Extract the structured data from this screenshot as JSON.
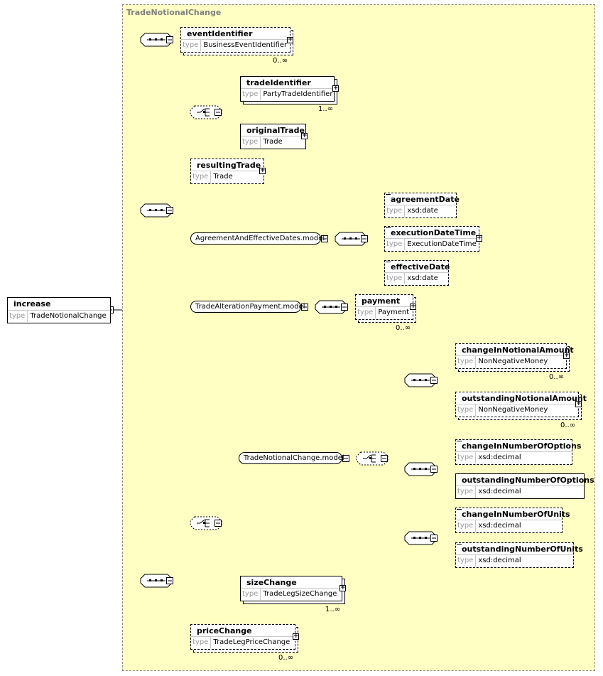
{
  "region": {
    "title": "TradeNotionalChange"
  },
  "type_key": "type",
  "root": {
    "name": "increase",
    "type": "TradeNotionalChange"
  },
  "elements": {
    "eventIdentifier": {
      "name": "eventIdentifier",
      "type": "BusinessEventIdentifier",
      "card": "0..∞"
    },
    "tradeIdentifier": {
      "name": "tradeIdentifier",
      "type": "PartyTradeIdentifier",
      "card": "1..∞"
    },
    "originalTrade": {
      "name": "originalTrade",
      "type": "Trade"
    },
    "resultingTrade": {
      "name": "resultingTrade",
      "type": "Trade"
    },
    "agreementDate": {
      "name": "agreementDate",
      "type": "xsd:date"
    },
    "executionDateTime": {
      "name": "executionDateTime",
      "type": "ExecutionDateTime"
    },
    "effectiveDate": {
      "name": "effectiveDate",
      "type": "xsd:date"
    },
    "payment": {
      "name": "payment",
      "type": "Payment",
      "card": "0..∞"
    },
    "changeInNotionalAmount": {
      "name": "changeInNotionalAmount",
      "type": "NonNegativeMoney",
      "card": "0..∞"
    },
    "outstandingNotionalAmount": {
      "name": "outstandingNotionalAmount",
      "type": "NonNegativeMoney",
      "card": "0..∞"
    },
    "changeInNumberOfOptions": {
      "name": "changeInNumberOfOptions",
      "type": "xsd:decimal"
    },
    "outstandingNumberOfOptions": {
      "name": "outstandingNumberOfOptions",
      "type": "xsd:decimal"
    },
    "changeInNumberOfUnits": {
      "name": "changeInNumberOfUnits",
      "type": "xsd:decimal"
    },
    "outstandingNumberOfUnits": {
      "name": "outstandingNumberOfUnits",
      "type": "xsd:decimal"
    },
    "sizeChange": {
      "name": "sizeChange",
      "type": "TradeLegSizeChange",
      "card": "1..∞"
    },
    "priceChange": {
      "name": "priceChange",
      "type": "TradeLegPriceChange",
      "card": "0..∞"
    }
  },
  "groups": {
    "agreementAndEffectiveDates": "AgreementAndEffectiveDates.model",
    "tradeAlterationPayment": "TradeAlterationPayment.model",
    "tradeNotionalChange": "TradeNotionalChange.model"
  },
  "colors": {
    "region_fill": "#ffffc4",
    "region_border": "#8a8a8a",
    "line": "#000000"
  }
}
